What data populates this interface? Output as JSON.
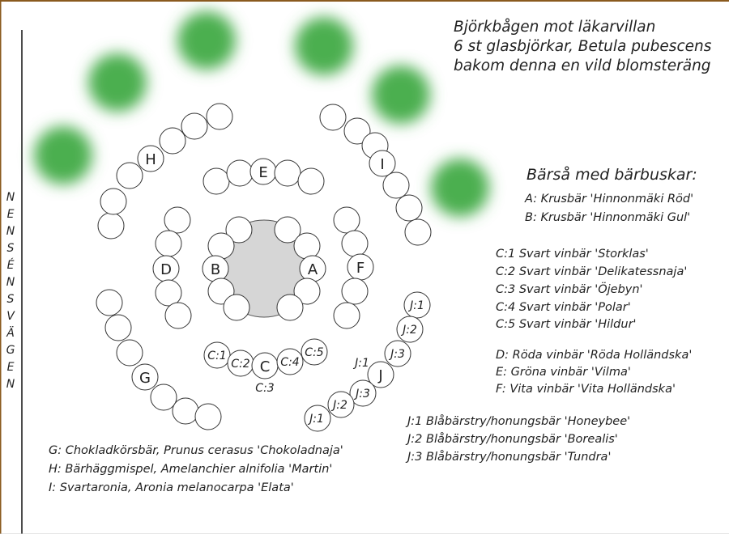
{
  "title_lines": [
    "Björkbågen mot läkarvillan",
    "6 st glasbjörkar, Betula pubescens",
    "bakom denna en vild blomsteräng"
  ],
  "road_letters": [
    "N",
    "E",
    "N",
    "S",
    "É",
    "N",
    "S",
    "V",
    "Ä",
    "G",
    "E",
    "N"
  ],
  "legend_heading": "Bärså med bärbuskar:",
  "legend_ab": [
    "A: Krusbär 'Hinnonmäki Röd'",
    "B: Krusbär 'Hinnonmäki Gul'"
  ],
  "legend_c": [
    "C:1 Svart vinbär 'Storklas'",
    "C:2 Svart vinbär 'Delikatessnaja'",
    "C:3 Svart vinbär 'Öjebyn'",
    "C:4 Svart vinbär 'Polar'",
    "C:5 Svart vinbär 'Hildur'"
  ],
  "legend_def": [
    "D: Röda vinbär 'Röda Holländska'",
    "E: Gröna vinbär 'Vilma'",
    "F: Vita vinbär 'Vita Holländska'"
  ],
  "legend_j": [
    "J:1 Blåbärstry/honungsbär 'Honeybee'",
    "J:2 Blåbärstry/honungsbär 'Borealis'",
    "J:3 Blåbärstry/honungsbär 'Tundra'"
  ],
  "legend_ghi": [
    "G: Chokladkörsbär, Prunus cerasus 'Chokoladnaja'",
    "H: Bärhäggmispel, Amelanchier alnifolia 'Martin'",
    "I: Svartaronia, Aronia melanocarpa 'Elata'"
  ],
  "labels": {
    "A": "A",
    "B": "B",
    "C": "C",
    "D": "D",
    "E": "E",
    "F": "F",
    "G": "G",
    "H": "H",
    "I": "I",
    "J": "J",
    "c1": "C:1",
    "c2": "C:2",
    "c3": "C:3",
    "c4": "C:4",
    "c5": "C:5",
    "j1": "J:1",
    "j2": "J:2",
    "j3": "J:3"
  },
  "colors": {
    "birch": "#4caf50",
    "center": "#d6d6d6",
    "frame": "#8a5a1e"
  }
}
